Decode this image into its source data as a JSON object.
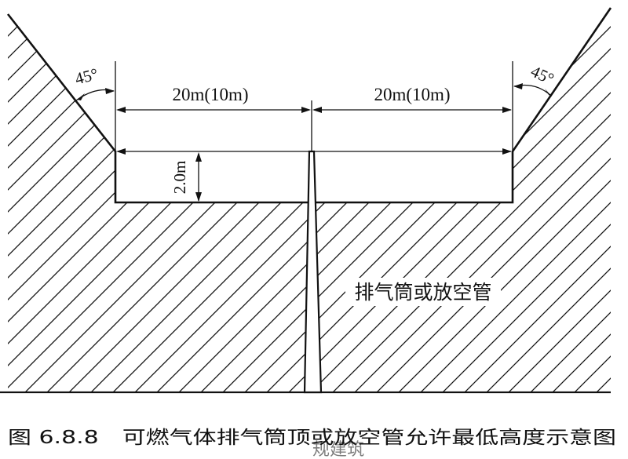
{
  "figure": {
    "caption": "图 6.8.8　可燃气体排气筒顶或放空管允许最低高度示意图",
    "left_distance_label": "20m(10m)",
    "right_distance_label": "20m(10m)",
    "height_label": "2.0m",
    "left_angle_label": "45°",
    "right_angle_label": "45°",
    "pipe_label": "排气筒或放空管",
    "watermark_text": "规建筑"
  },
  "colors": {
    "line": "#111111",
    "background": "#ffffff",
    "watermark": "#e46b86"
  }
}
